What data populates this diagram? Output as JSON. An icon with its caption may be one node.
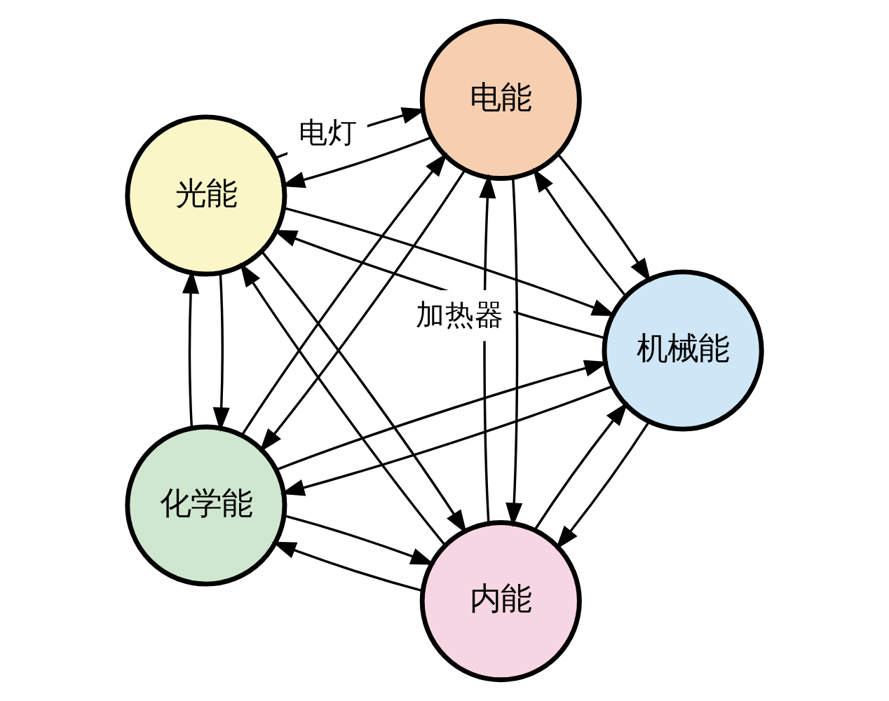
{
  "diagram": {
    "nodes": [
      {
        "text": [
          "内能"
        ]
      },
      {
        "text": [
          "机械能"
        ]
      },
      {
        "text": [
          "光能"
        ]
      },
      {
        "text": [
          "电能"
        ]
      },
      {
        "text": [
          "化学能"
        ]
      }
    ],
    "edges": [
      {
        "from": 0,
        "to": 1,
        "arrow": "to"
      },
      {
        "from": 1,
        "to": 0,
        "arrow": "to"
      },
      {
        "from": 0,
        "to": 2,
        "arrow": "to"
      },
      {
        "from": 2,
        "to": 0,
        "arrow": "to"
      },
      {
        "from": 3,
        "to": 0,
        "arrow": "to",
        "label": "加热器"
      },
      {
        "from": 0,
        "to": 3,
        "arrow": "to"
      },
      {
        "from": 4,
        "to": 0,
        "arrow": "to"
      },
      {
        "from": 0,
        "to": 4,
        "arrow": "to"
      },
      {
        "from": 1,
        "to": 2,
        "arrow": "to"
      },
      {
        "from": 2,
        "to": 1,
        "arrow": "to"
      },
      {
        "from": 1,
        "to": 3,
        "arrow": "to"
      },
      {
        "from": 3,
        "to": 1,
        "arrow": "to"
      },
      {
        "from": 1,
        "to": 4,
        "arrow": "to"
      },
      {
        "from": 4,
        "to": 1,
        "arrow": "to"
      },
      {
        "from": 3,
        "to": 2,
        "arrow": "to",
        "label": "电灯"
      },
      {
        "from": 2,
        "to": 3,
        "arrow": "to"
      },
      {
        "from": 2,
        "to": 4,
        "arrow": "to"
      },
      {
        "from": 4,
        "to": 2,
        "arrow": "to"
      },
      {
        "from": 3,
        "to": 4,
        "arrow": "to"
      },
      {
        "from": 4,
        "to": 3,
        "arrow": "to"
      }
    ]
  }
}
